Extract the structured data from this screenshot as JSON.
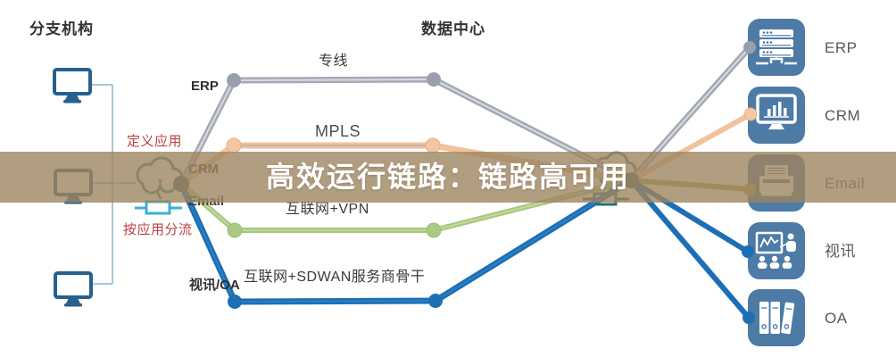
{
  "banner": {
    "text": "高效运行链路：链路高可用"
  },
  "titles": {
    "branch": "分支机构",
    "datacenter": "数据中心"
  },
  "branch": {
    "note_top": "定义应用",
    "note_bottom": "按应用分流",
    "apps": [
      {
        "label": "ERP"
      },
      {
        "label": "CRM"
      },
      {
        "label": "Email"
      },
      {
        "label": "视讯/OA"
      }
    ]
  },
  "links": [
    {
      "label": "专线",
      "color": "#A4A9B4"
    },
    {
      "label": "MPLS",
      "color": "#F2C29C"
    },
    {
      "label": "互联网+VPN",
      "color": "#A9C87E"
    },
    {
      "label": "互联网+SDWAN服务商骨干",
      "color": "#1D6FB5"
    }
  ],
  "datacenter_apps": [
    {
      "label": "ERP",
      "icon": "server-icon",
      "line_color": "#A4A9B4"
    },
    {
      "label": "CRM",
      "icon": "monitor-chart-icon",
      "line_color": "#F2C29C"
    },
    {
      "label": "Email",
      "icon": "printer-icon",
      "line_color": "#A6A455"
    },
    {
      "label": "视讯",
      "icon": "presentation-icon",
      "line_color": "#1D6FB5"
    },
    {
      "label": "OA",
      "icon": "binders-icon",
      "line_color": "#1D6FB5"
    }
  ],
  "colors": {
    "banner_bg": "#9E845F",
    "icon_box": "#4D7BA6",
    "monitor": "#25608F",
    "cloud": "#37897F",
    "switch_branch": "#39B2D4",
    "switch_dc": "#2A6F68",
    "hub_dot": "#44666F",
    "note_red": "#BD4040",
    "label_gray": "#595959"
  }
}
